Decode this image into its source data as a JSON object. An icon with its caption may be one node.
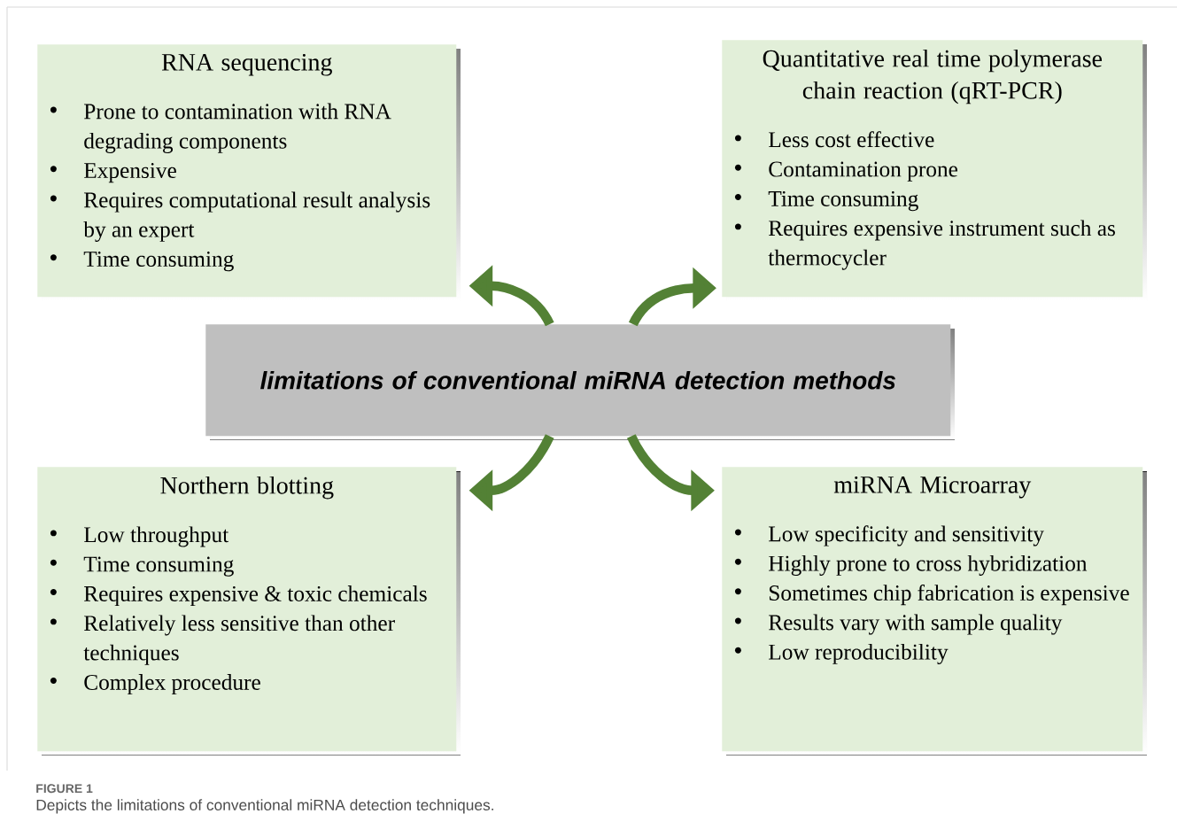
{
  "diagram": {
    "caption": "Depicts the limitations of conventional miRNA detection techniques.",
    "nodes": [
      {
        "text": [
          "RNA sequencing",
          "Prone to contamination with RNA degrading components",
          "Expensive",
          "Requires computational result analysis by an expert",
          "Time consuming"
        ]
      },
      {
        "text": [
          "Quantitative real time polymerase chain reaction (qRT-PCR)",
          "Less cost effective",
          "Contamination prone",
          "Time consuming",
          "Requires expensive instrument such as thermocycler"
        ]
      },
      {
        "text": [
          "limitations of conventional miRNA detection methods"
        ]
      },
      {
        "text": [
          "Northern blotting",
          "Low throughput",
          "Time consuming",
          "Requires expensive & toxic chemicals",
          "Relatively less sensitive than other techniques",
          "Complex procedure"
        ]
      },
      {
        "text": [
          "miRNA Microarray",
          "Low specificity and sensitivity",
          "Highly prone to cross hybridization",
          "Sometimes chip fabrication is expensive",
          "Results vary with sample quality",
          "Low reproducibility"
        ]
      }
    ],
    "edges": [
      {
        "from": 2,
        "to": 0,
        "arrow": "to"
      },
      {
        "from": 2,
        "to": 1,
        "arrow": "to"
      },
      {
        "from": 2,
        "to": 3,
        "arrow": "to"
      },
      {
        "from": 2,
        "to": 4,
        "arrow": "to"
      }
    ],
    "labels": [
      "FIGURE 1"
    ]
  }
}
